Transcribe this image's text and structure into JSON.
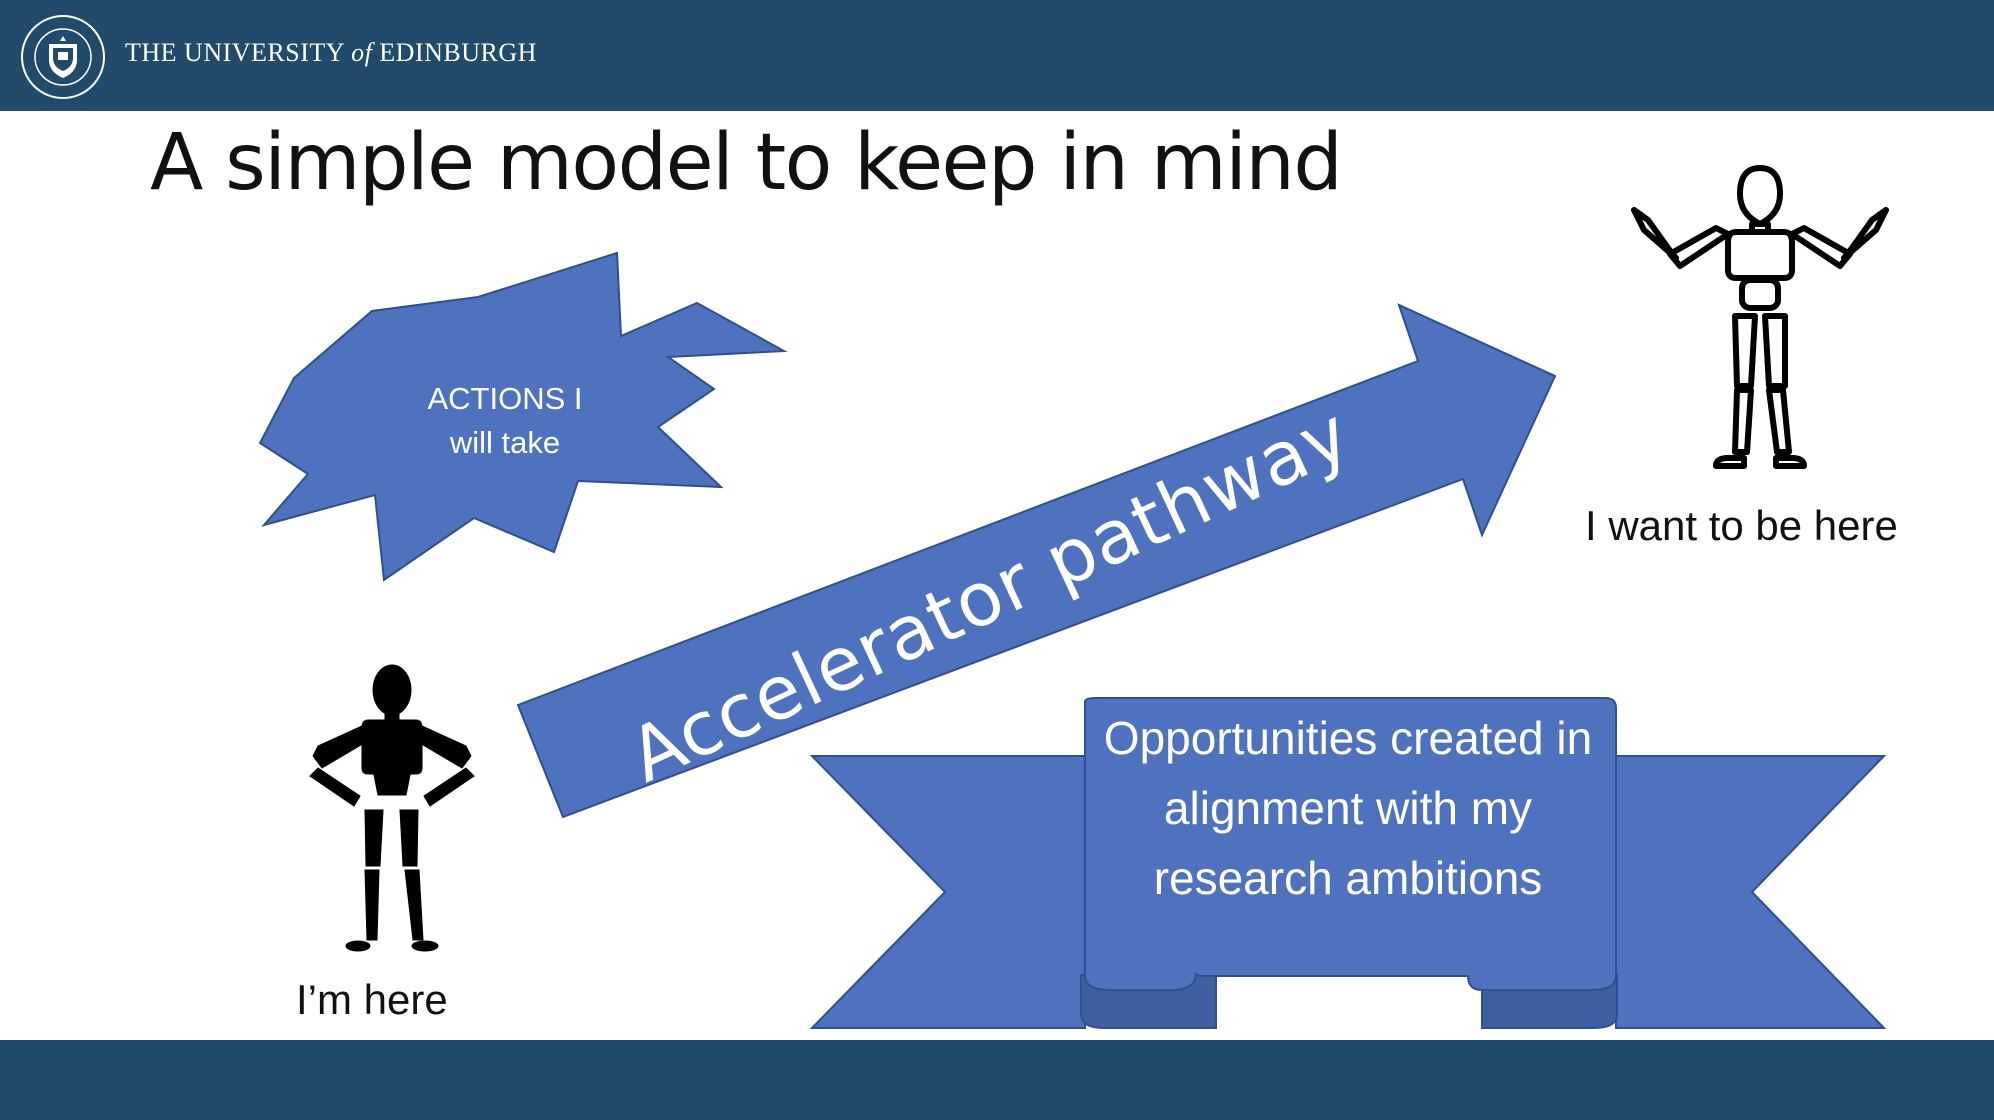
{
  "header": {
    "university_pre": "THE UNIVERSITY",
    "university_of": "of",
    "university_post": "EDINBURGH",
    "crest_icon": "university-crest-icon"
  },
  "slide": {
    "title": "A simple model to keep in mind",
    "actions_line1": "ACTIONS I",
    "actions_line2": "will take",
    "arrow_label": "Accelerator pathway",
    "banner_text": "Opportunities created in alignment with my research ambitions",
    "start_label": "I’m here",
    "goal_label": "I want to be here"
  },
  "colors": {
    "brand_bar": "#224a6b",
    "shape_fill": "#4e72be",
    "shape_stroke": "#2f4f8f",
    "banner_fold": "#3f5fa3"
  }
}
